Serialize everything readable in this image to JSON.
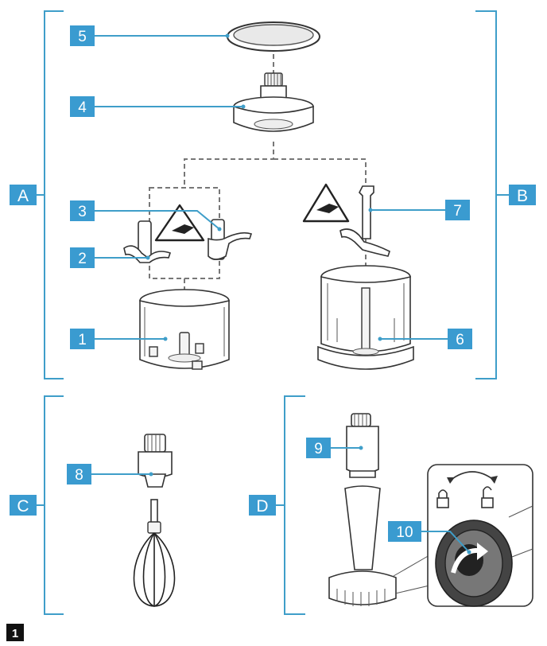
{
  "figure_number": "1",
  "groups": {
    "A": "A",
    "B": "B",
    "C": "C",
    "D": "D"
  },
  "parts": {
    "p1": "1",
    "p2": "2",
    "p3": "3",
    "p4": "4",
    "p5": "5",
    "p6": "6",
    "p7": "7",
    "p8": "8",
    "p9": "9",
    "p10": "10"
  },
  "colors": {
    "label_box": "#3a9bd0",
    "leader_line": "#3f9ec9",
    "outline": "#333333"
  },
  "icons": [
    "warning-triangle-hand-icon",
    "lock-closed-icon",
    "lock-open-icon",
    "rotate-arrow-icon"
  ]
}
